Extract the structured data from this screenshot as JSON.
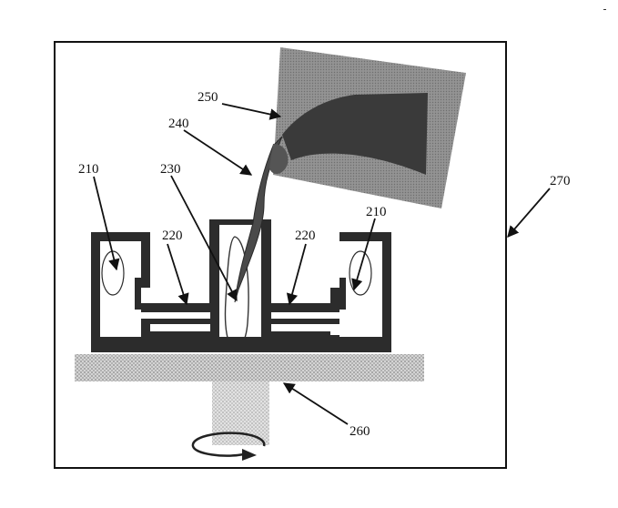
{
  "labels": {
    "ref_250": "250",
    "ref_240": "240",
    "ref_230": "230",
    "ref_210_left": "210",
    "ref_210_right": "210",
    "ref_220_left": "220",
    "ref_220_right": "220",
    "ref_260": "260",
    "ref_270": "270"
  },
  "colors": {
    "frame": "#111111",
    "mold": "#2a2a2a",
    "ladle": "#8a8a8a",
    "melt": "#3e3e3e",
    "platform": "#b8b8b8",
    "spindle": "#c8c8c8"
  }
}
